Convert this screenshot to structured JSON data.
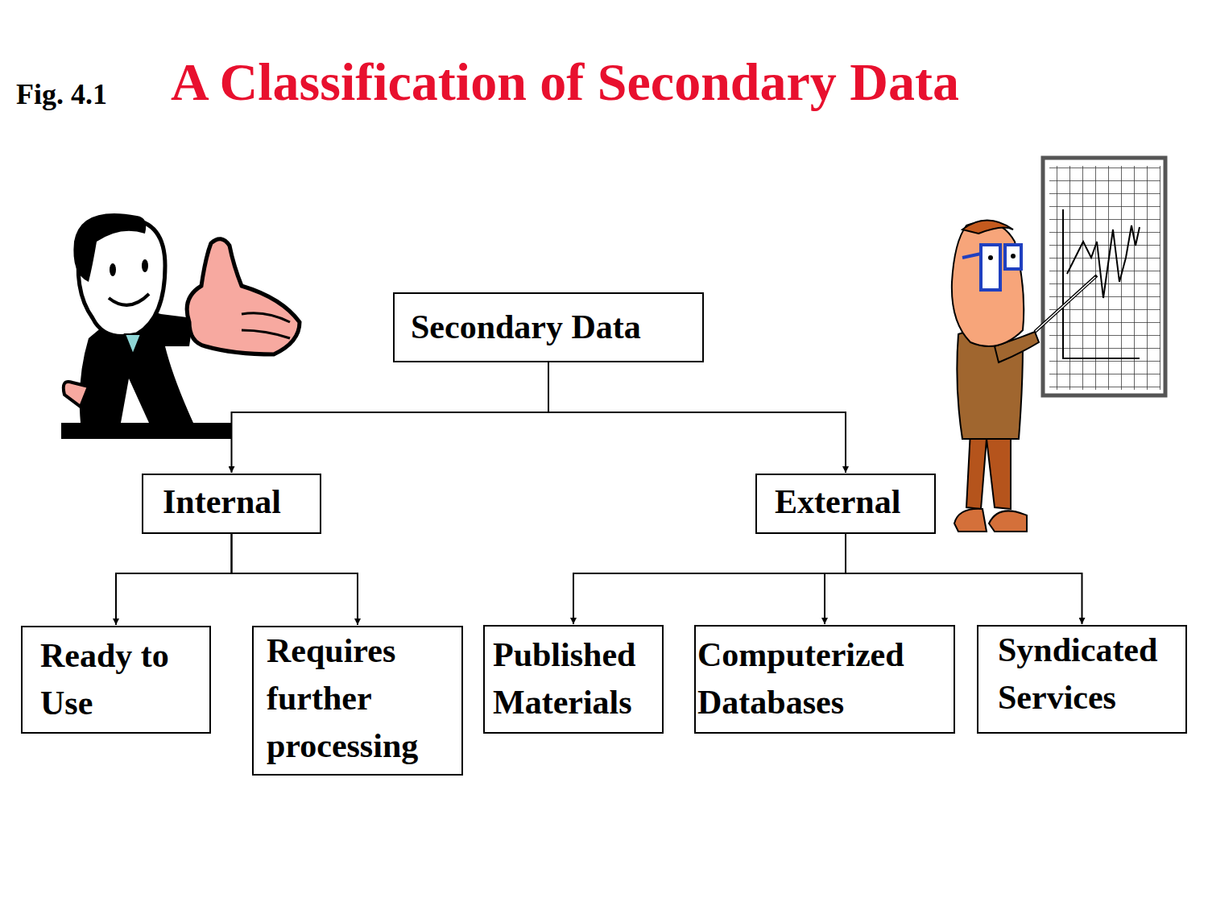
{
  "diagram": {
    "title": "A Classification of Secondary Data",
    "nodes": [
      {
        "text": [
          "Secondary Data"
        ]
      },
      {
        "text": [
          "Internal"
        ]
      },
      {
        "text": [
          "External"
        ]
      },
      {
        "text": [
          "Ready to Use"
        ]
      },
      {
        "text": [
          "Requires further processing"
        ]
      },
      {
        "text": [
          "Published Materials"
        ]
      },
      {
        "text": [
          "Computerized Databases"
        ]
      },
      {
        "text": [
          "Syndicated Services"
        ]
      }
    ],
    "edges": [
      {
        "from": 0,
        "to": 1,
        "arrow": "to"
      },
      {
        "from": 0,
        "to": 2,
        "arrow": "to"
      },
      {
        "from": 1,
        "to": 3,
        "arrow": "to"
      },
      {
        "from": 1,
        "to": 4,
        "arrow": "to"
      },
      {
        "from": 2,
        "to": 5,
        "arrow": "to"
      },
      {
        "from": 2,
        "to": 6,
        "arrow": "to"
      },
      {
        "from": 2,
        "to": 7,
        "arrow": "to"
      }
    ],
    "labels": [
      "Fig. 4.1"
    ]
  }
}
